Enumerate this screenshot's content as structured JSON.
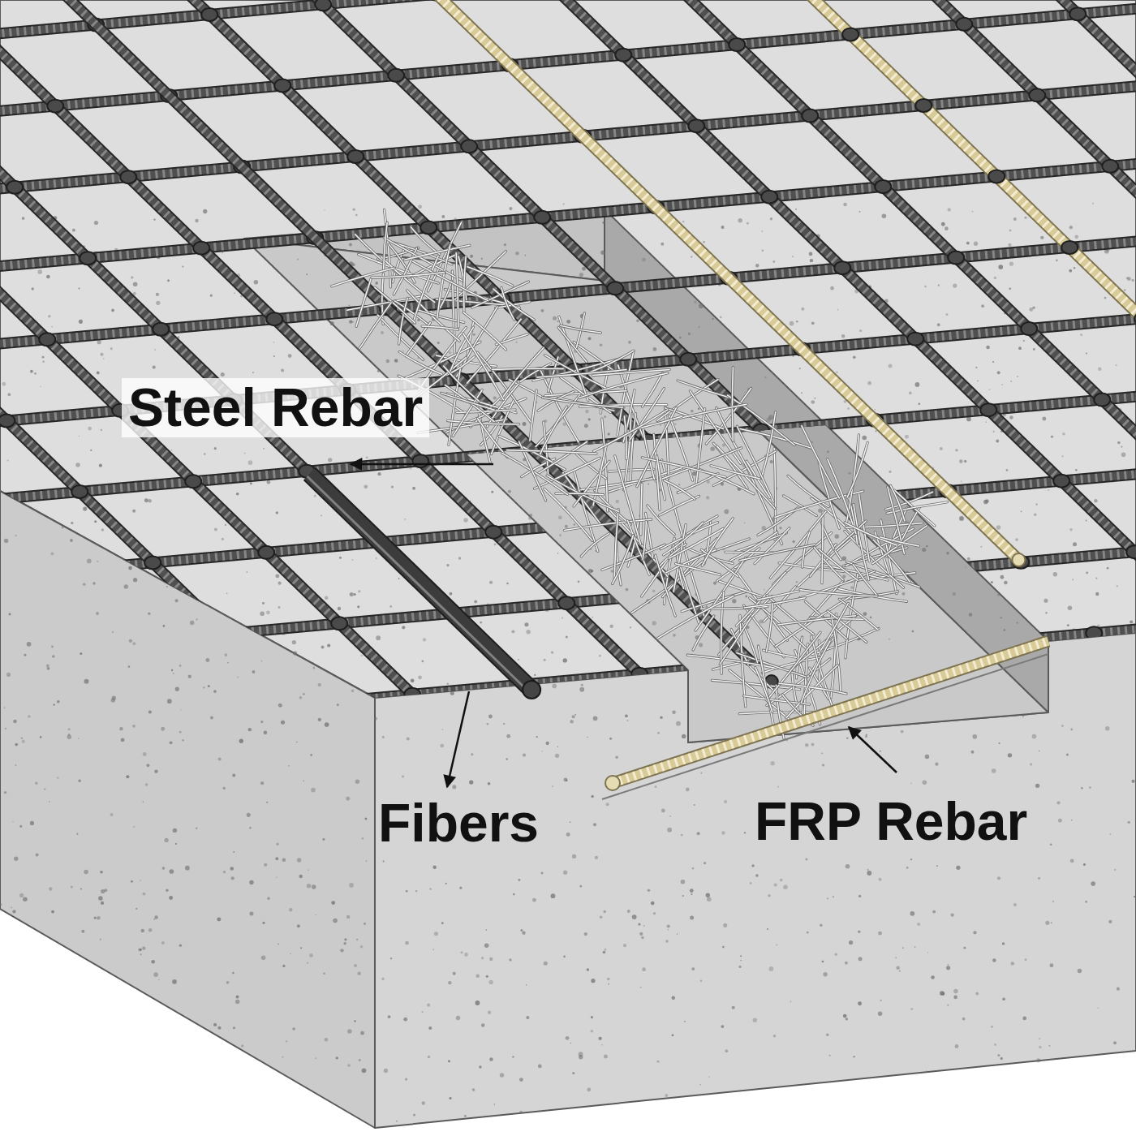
{
  "diagram": {
    "labels": [
      "Steel Rebar",
      "Fibers",
      "FRP Rebar"
    ]
  }
}
